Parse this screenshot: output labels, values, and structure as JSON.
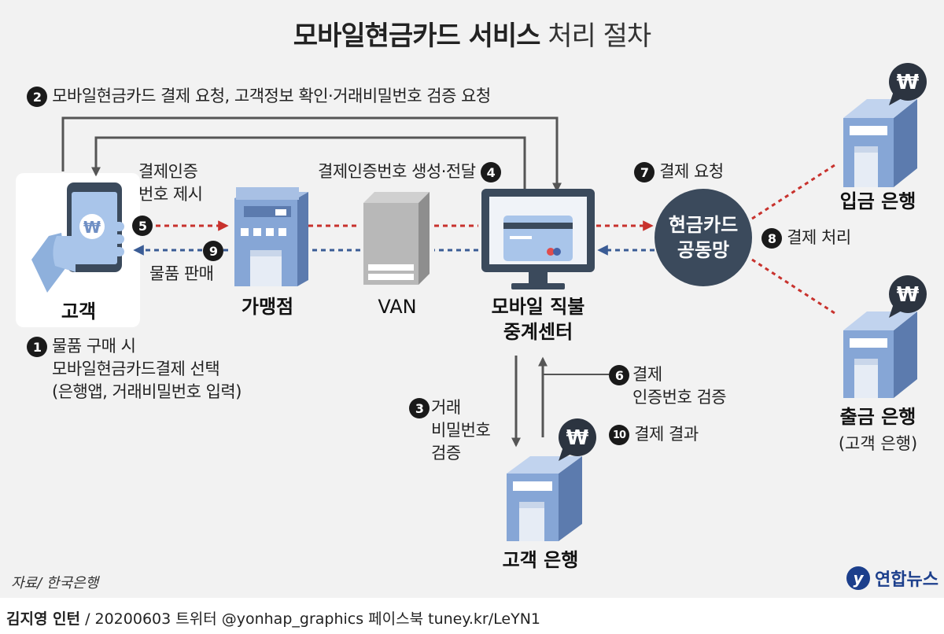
{
  "title": {
    "bold": "모바일현금카드 서비스",
    "light": "처리 절차"
  },
  "nodes": {
    "customer": "고객",
    "merchant": "가맹점",
    "van": "VAN",
    "center_line1": "모바일 직불",
    "center_line2": "중계센터",
    "network_line1": "현금카드",
    "network_line2": "공동망",
    "deposit_bank": "입금 은행",
    "withdraw_bank": "출금 은행",
    "withdraw_bank_sub": "(고객 은행)",
    "customer_bank": "고객 은행"
  },
  "steps": {
    "s1": {
      "num": "1",
      "lines": [
        "물품 구매 시",
        "모바일현금카드결제 선택",
        "(은행앱, 거래비밀번호 입력)"
      ]
    },
    "s2": {
      "num": "2",
      "text": "모바일현금카드 결제 요청, 고객정보 확인·거래비밀번호 검증 요청"
    },
    "s3": {
      "num": "3",
      "lines": [
        "거래",
        "비밀번호",
        "검증"
      ]
    },
    "s4": {
      "num": "4",
      "text": "결제인증번호 생성·전달"
    },
    "s5": {
      "num": "5",
      "lines": [
        "결제인증",
        "번호 제시"
      ]
    },
    "s6": {
      "num": "6",
      "lines": [
        "결제",
        "인증번호 검증"
      ]
    },
    "s7": {
      "num": "7",
      "text": "결제 요청"
    },
    "s8": {
      "num": "8",
      "text": "결제 처리"
    },
    "s9": {
      "num": "9",
      "text": "물품 판매"
    },
    "s10": {
      "num": "10",
      "text": "결제 결과"
    }
  },
  "source": "자료/ 한국은행",
  "logo": {
    "mark": "y",
    "text": "연합뉴스"
  },
  "footer": {
    "author": "김지영 인턴",
    "rest": "/ 20200603 트위터 @yonhap_graphics 페이스북 tuney.kr/LeYN1"
  },
  "icons": {
    "phone": "hand-holding-phone-icon",
    "merchant": "store-building-icon",
    "van": "server-tower-icon",
    "center": "monitor-card-icon",
    "bank": "bank-building-icon",
    "won": "won-speech-bubble-icon"
  },
  "colors": {
    "red_dash": "#c8322d",
    "blue_dash": "#3a5c95",
    "network": "#3b4a5c",
    "building": "#7d9ccc",
    "building_dark": "#5c7bae",
    "arrow_gray": "#555555"
  }
}
